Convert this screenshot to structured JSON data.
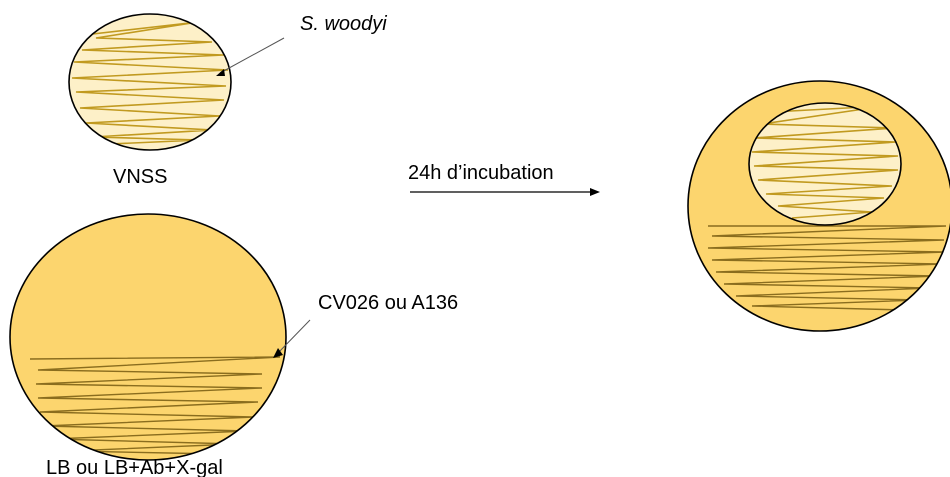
{
  "labels": {
    "small_plate_strain": "S. woodyi",
    "small_plate_medium": "VNSS",
    "arrow_text": "24h d’incubation",
    "large_plate_strain": "CV026 ou A136",
    "large_plate_medium": "LB ou LB+Ab+X-gal"
  },
  "colors": {
    "light_plate": "#FDF0C8",
    "dark_plate": "#FCD56E",
    "streak": "#C19A20",
    "outline": "#000000"
  }
}
